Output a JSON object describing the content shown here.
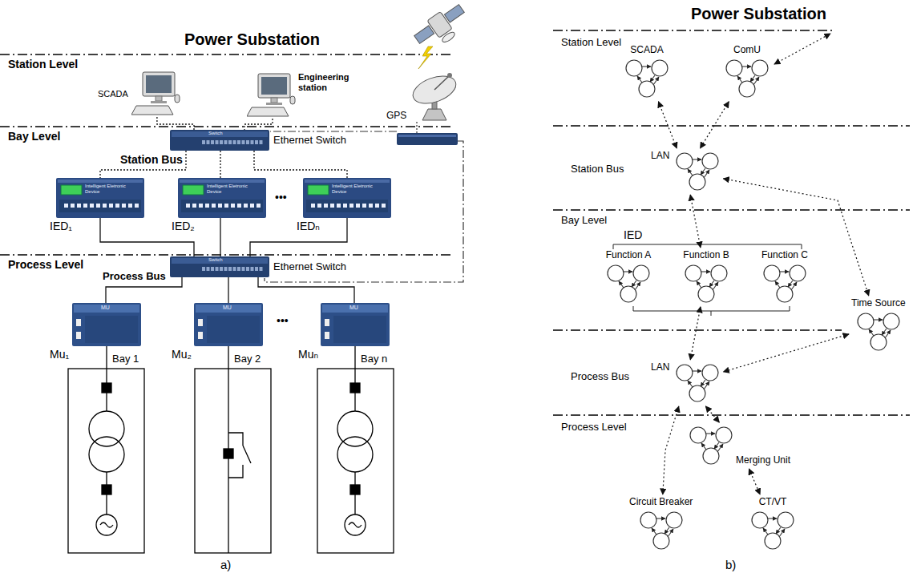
{
  "diagram": {
    "title": "Power Substation",
    "nodes": [
      {
        "text": [
          "SCADA"
        ]
      },
      {
        "text": [
          "Engineering station"
        ]
      },
      {
        "text": [
          "GPS"
        ]
      },
      {
        "text": [
          "Switch",
          "Ethernet Switch"
        ]
      },
      {
        "text": [
          "Intelligent Eletronic Device",
          "IED₁"
        ]
      },
      {
        "text": [
          "Intelligent Eletronic Device",
          "IED₂"
        ]
      },
      {
        "text": [
          "Intelligent Eletronic Device",
          "IEDₙ"
        ]
      },
      {
        "text": [
          "Switch",
          "Ethernet Switch"
        ]
      },
      {
        "text": [
          "MU",
          "Mu₁"
        ]
      },
      {
        "text": [
          "MU",
          "Mu₂"
        ]
      },
      {
        "text": [
          "MU",
          "Muₙ"
        ]
      },
      {
        "text": [
          "SCADA"
        ]
      },
      {
        "text": [
          "ComU"
        ]
      },
      {
        "text": [
          "LAN"
        ]
      },
      {
        "text": [
          "Function A"
        ]
      },
      {
        "text": [
          "Function B"
        ]
      },
      {
        "text": [
          "Function C"
        ]
      },
      {
        "text": [
          "Time Source"
        ]
      },
      {
        "text": [
          "LAN"
        ]
      },
      {
        "text": [
          "Merging Unit"
        ]
      },
      {
        "text": [
          "Circuit Breaker"
        ]
      },
      {
        "text": [
          "CT/VT"
        ]
      }
    ],
    "edges": [
      {
        "from": 0,
        "to": 3,
        "arrow": "none"
      },
      {
        "from": 1,
        "to": 3,
        "arrow": "none"
      },
      {
        "from": 3,
        "to": 4,
        "arrow": "none"
      },
      {
        "from": 3,
        "to": 5,
        "arrow": "none"
      },
      {
        "from": 3,
        "to": 6,
        "arrow": "none"
      },
      {
        "from": 4,
        "to": 7,
        "arrow": "none"
      },
      {
        "from": 5,
        "to": 7,
        "arrow": "none"
      },
      {
        "from": 6,
        "to": 7,
        "arrow": "none"
      },
      {
        "from": 7,
        "to": 8,
        "arrow": "none"
      },
      {
        "from": 7,
        "to": 9,
        "arrow": "none"
      },
      {
        "from": 7,
        "to": 10,
        "arrow": "none"
      },
      {
        "from": 11,
        "to": 13,
        "arrow": "both"
      },
      {
        "from": 12,
        "to": 13,
        "arrow": "both"
      },
      {
        "from": 13,
        "to": 15,
        "arrow": "both"
      },
      {
        "from": 13,
        "to": 17,
        "arrow": "both"
      },
      {
        "from": 15,
        "to": 18,
        "arrow": "both"
      },
      {
        "from": 17,
        "to": 18,
        "arrow": "both"
      },
      {
        "from": 18,
        "to": 20,
        "arrow": "both"
      },
      {
        "from": 18,
        "to": 19,
        "arrow": "both"
      },
      {
        "from": 19,
        "to": 21,
        "arrow": "both"
      }
    ],
    "labels": [
      "Power Substation",
      "Station Level",
      "Bay Level",
      "Station Bus",
      "Process Level",
      "Process Bus",
      "•••",
      "•••",
      "Bay 1",
      "Bay 2",
      "Bay n",
      "a)",
      "Station Level",
      "Station Bus",
      "Bay Level",
      "IED",
      "Process Bus",
      "Process Level",
      "b)"
    ]
  }
}
